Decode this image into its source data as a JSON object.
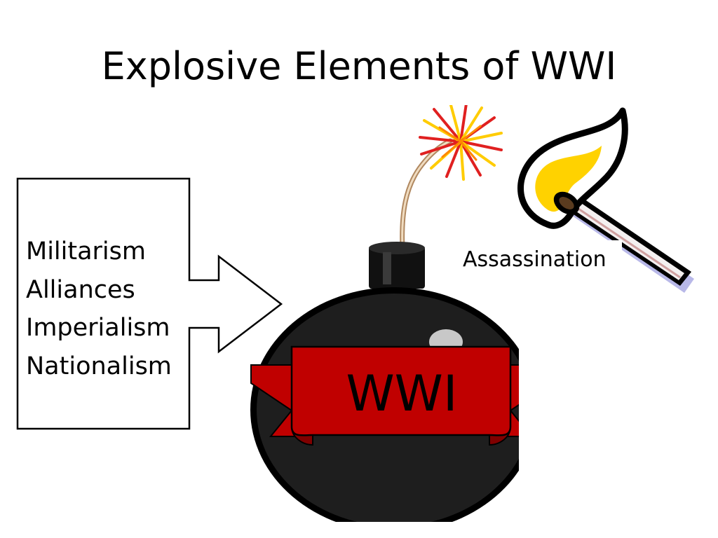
{
  "slide": {
    "title": "Explosive Elements of WWI"
  },
  "causes": {
    "items": [
      "Militarism",
      "Alliances",
      "Imperialism",
      "Nationalism"
    ]
  },
  "bomb": {
    "banner_text": "WWI",
    "body_color": "#000000",
    "banner_color": "#c00000"
  },
  "match": {
    "label": "Assassination",
    "flame_color": "#ffd200"
  },
  "icons": {
    "bomb": "bomb-icon",
    "spark": "spark-icon",
    "match": "burning-match-icon"
  }
}
